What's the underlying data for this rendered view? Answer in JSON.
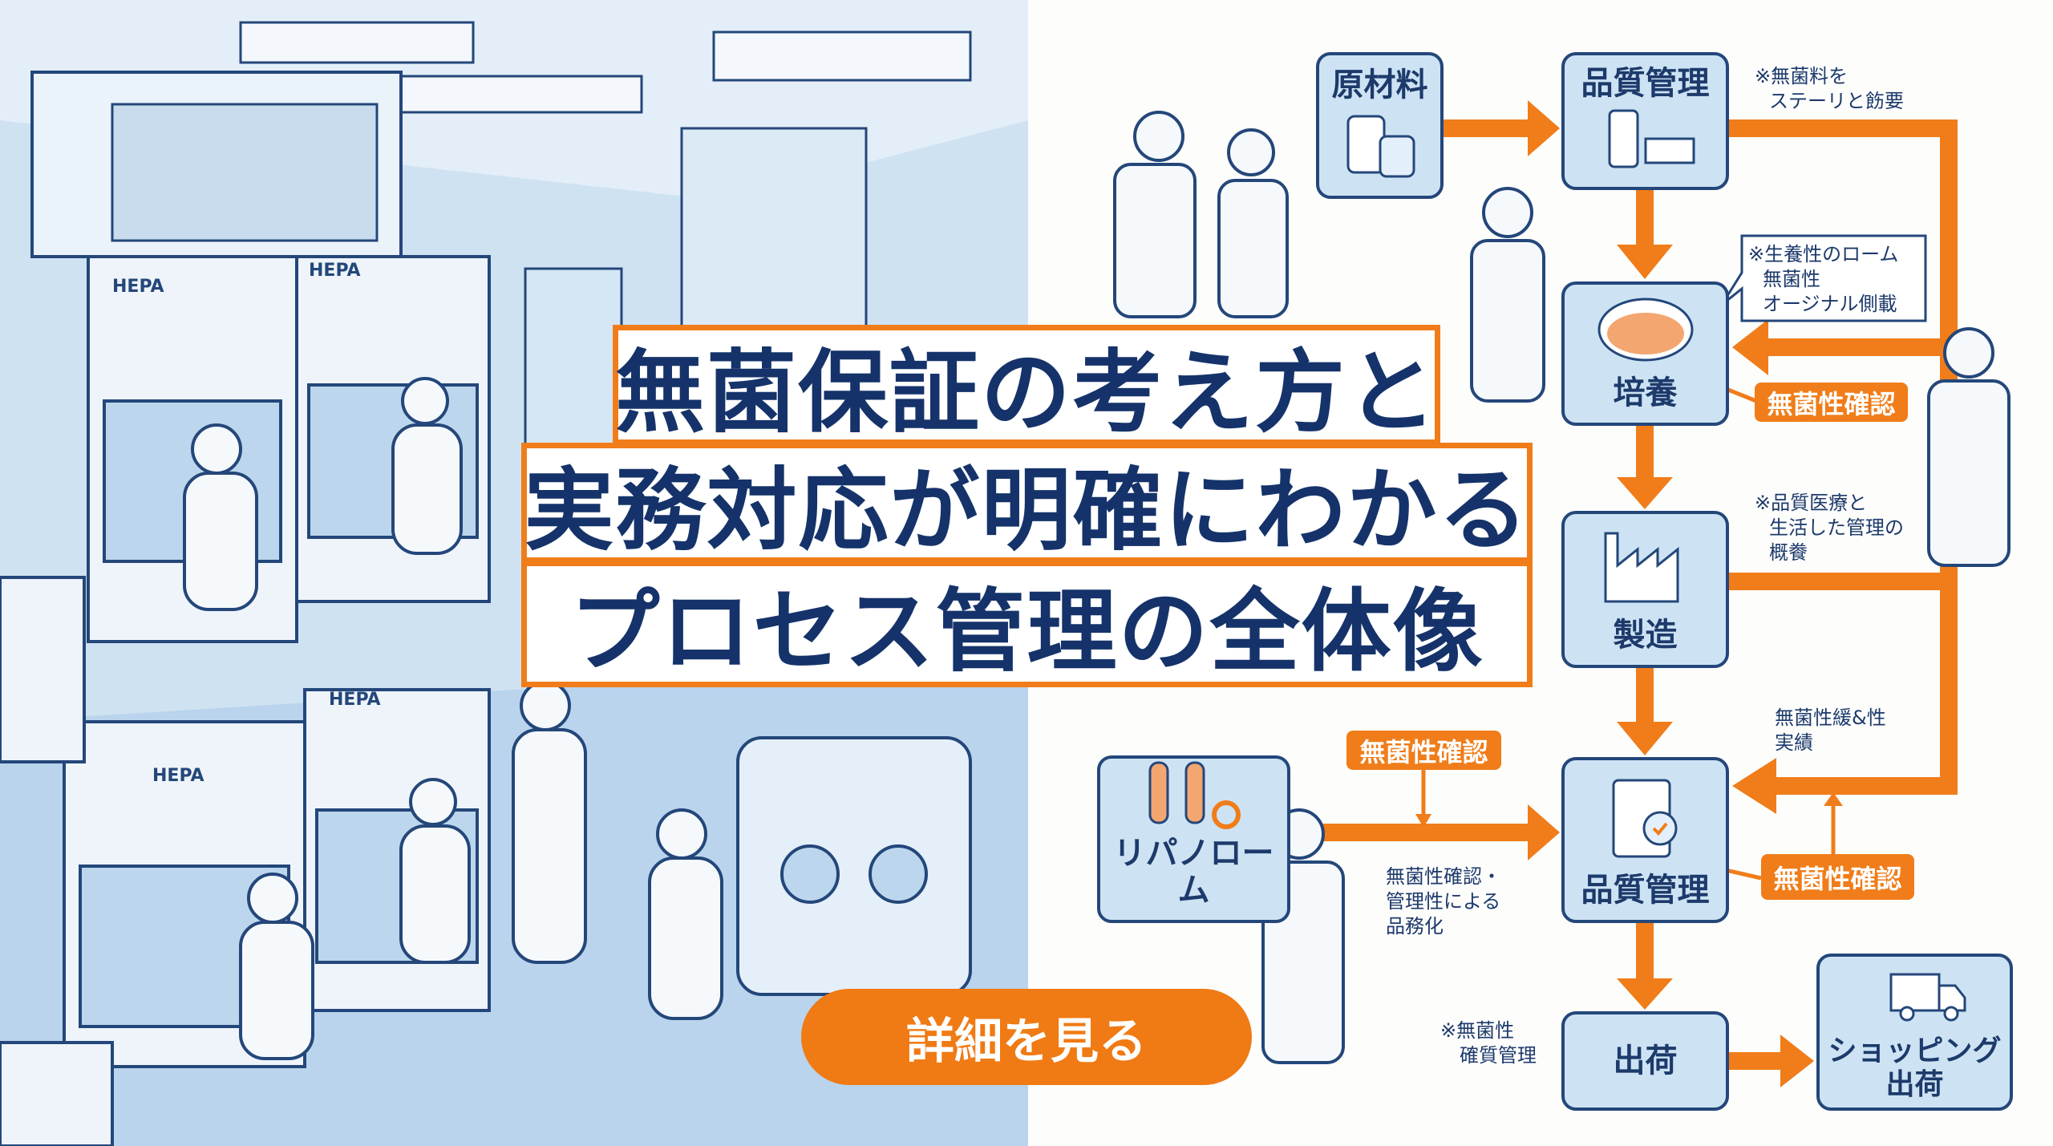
{
  "illustration": {
    "hepa_labels": [
      "HEPA",
      "HEPA",
      "HEPA",
      "HEPA"
    ]
  },
  "title": {
    "line1": "無菌保証の考え方と",
    "line2": "実務対応が明確にわかる",
    "line3": "プロセス管理の全体像"
  },
  "cta_label": "詳細を見る",
  "flow": {
    "raw_material": "原材料",
    "qc_top": "品質管理",
    "culture": "培養",
    "manufacturing": "製造",
    "qc_main": "品質管理",
    "shipping": "出荷",
    "shopping_shipping": [
      "ショッピング",
      "出荷"
    ],
    "ripanoroom": "リパノローム"
  },
  "badges": {
    "culture": "無菌性確認",
    "input": "無菌性確認",
    "qc": "無菌性確認"
  },
  "notes": {
    "top": [
      "※無菌料を",
      "ステーリと飭要"
    ],
    "bubble": [
      "※生養性のローム",
      "無菌性",
      "オージナル側載"
    ],
    "manufacturing": [
      "※品質医療と",
      "生活した管理の",
      "概餋"
    ],
    "loop": [
      "無菌性緩&性",
      "実績"
    ],
    "input": [
      "無菌性確認・",
      "管理性による",
      "品務化"
    ],
    "shipping": [
      "※無菌性",
      "確質管理"
    ]
  },
  "colors": {
    "accent": "#f07d1a",
    "navy": "#1d3a6b",
    "box": "#cde3f4",
    "bg_left": "#cfe2f2"
  }
}
